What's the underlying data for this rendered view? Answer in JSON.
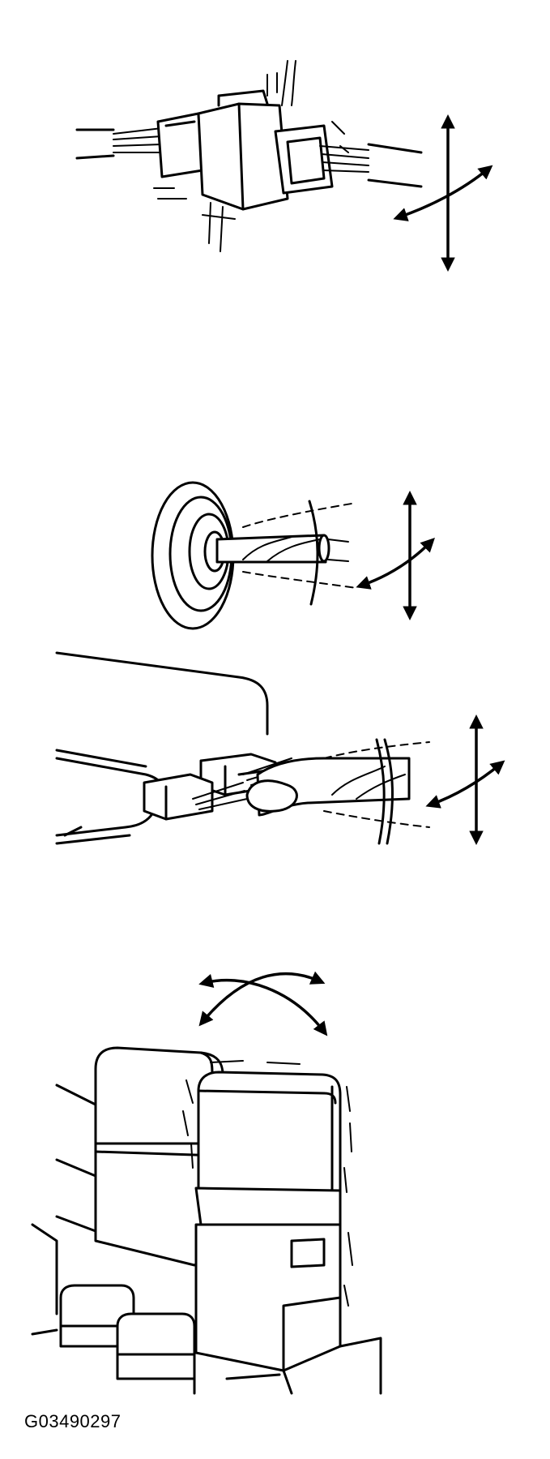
{
  "figure_code": "G03490297",
  "panels": [
    {
      "id": "connector-wiggle",
      "icon": "wire-connector-icon"
    },
    {
      "id": "grommet-wiggle",
      "icon": "grommet-icon"
    },
    {
      "id": "module-connector-wiggle",
      "icon": "control-module-icon"
    },
    {
      "id": "relay-wiggle",
      "icon": "relay-icon"
    }
  ],
  "colors": {
    "line": "#000000",
    "background": "#ffffff"
  }
}
